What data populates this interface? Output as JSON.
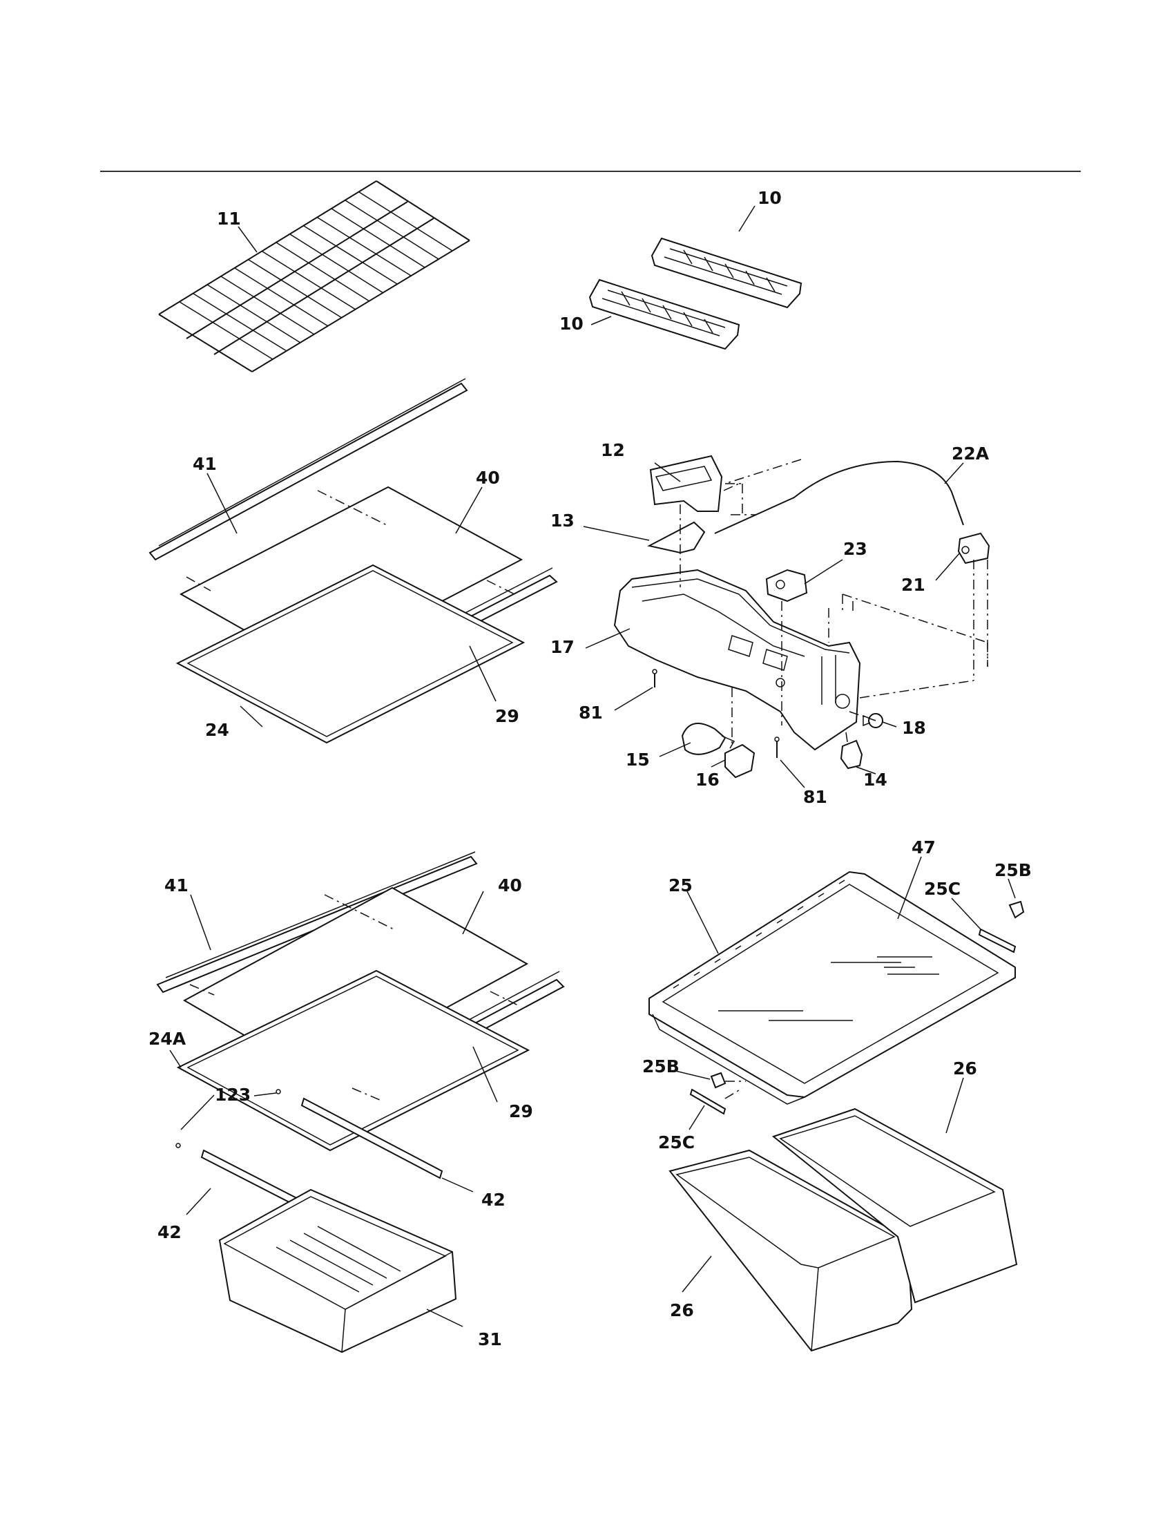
{
  "page": {
    "background": "#ffffff",
    "ink": "#111111"
  },
  "callouts": {
    "c11": "11",
    "c10a": "10",
    "c10b": "10",
    "c41a": "41",
    "c40a": "40",
    "c29a": "29",
    "c24": "24",
    "c12": "12",
    "c22A": "22A",
    "c13": "13",
    "c23": "23",
    "c21": "21",
    "c17": "17",
    "c81a": "81",
    "c18": "18",
    "c15": "15",
    "c16": "16",
    "c81b": "81",
    "c14": "14",
    "c41b": "41",
    "c40b": "40",
    "c24A": "24A",
    "c123": "123",
    "c29b": "29",
    "c42a": "42",
    "c42b": "42",
    "c31": "31",
    "c47": "47",
    "c25": "25",
    "c25Ba": "25B",
    "c25Ca": "25C",
    "c25Bb": "25B",
    "c26a": "26",
    "c25Cb": "25C",
    "c26b": "26"
  },
  "parts": [
    {
      "id": "10",
      "icon": "ice-tray-icon"
    },
    {
      "id": "11",
      "icon": "wire-shelf-icon"
    },
    {
      "id": "12",
      "icon": "light-shield-icon"
    },
    {
      "id": "13",
      "icon": "deflector-icon"
    },
    {
      "id": "14",
      "icon": "switch-icon"
    },
    {
      "id": "15",
      "icon": "light-bulb-icon"
    },
    {
      "id": "16",
      "icon": "lamp-socket-icon"
    },
    {
      "id": "17",
      "icon": "control-housing-icon"
    },
    {
      "id": "18",
      "icon": "knob-icon"
    },
    {
      "id": "21",
      "icon": "thermostat-icon"
    },
    {
      "id": "22A",
      "icon": "capillary-tube-icon"
    },
    {
      "id": "23",
      "icon": "damper-control-icon"
    },
    {
      "id": "24",
      "icon": "shelf-frame-icon"
    },
    {
      "id": "24A",
      "icon": "shelf-frame-icon"
    },
    {
      "id": "25",
      "icon": "crisper-cover-icon"
    },
    {
      "id": "25B",
      "icon": "slide-icon"
    },
    {
      "id": "25C",
      "icon": "support-bracket-icon"
    },
    {
      "id": "26",
      "icon": "crisper-pan-icon"
    },
    {
      "id": "29",
      "icon": "rear-trim-icon"
    },
    {
      "id": "31",
      "icon": "meat-pan-icon"
    },
    {
      "id": "40",
      "icon": "glass-shelf-icon"
    },
    {
      "id": "41",
      "icon": "front-trim-icon"
    },
    {
      "id": "42",
      "icon": "pan-rail-icon"
    },
    {
      "id": "47",
      "icon": "glass-insert-icon"
    },
    {
      "id": "81",
      "icon": "screw-icon"
    },
    {
      "id": "123",
      "icon": "screw-icon"
    }
  ]
}
